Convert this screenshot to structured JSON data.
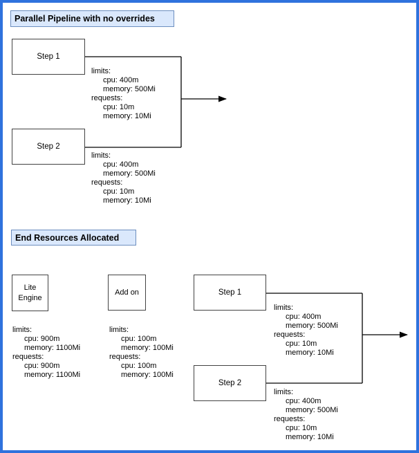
{
  "palette": {
    "frame_border": "#2f72dd",
    "title_fill": "#dae8fc",
    "title_stroke": "#6c8ebf",
    "node_fill": "#ffffff",
    "node_stroke": "#424242",
    "connector_color": "#000000"
  },
  "section1": {
    "title": "Parallel Pipeline with no overrides",
    "step1_label": "Step 1",
    "step2_label": "Step 2",
    "step1_resources": {
      "limits_label": "limits:",
      "limits_cpu": "cpu: 400m",
      "limits_memory": "memory: 500Mi",
      "requests_label": "requests:",
      "requests_cpu": "cpu: 10m",
      "requests_memory": "memory: 10Mi"
    },
    "step2_resources": {
      "limits_label": "limits:",
      "limits_cpu": "cpu: 400m",
      "limits_memory": "memory: 500Mi",
      "requests_label": "requests:",
      "requests_cpu": "cpu: 10m",
      "requests_memory": "memory: 10Mi"
    }
  },
  "section2": {
    "title": "End Resources Allocated",
    "lite_engine_line1": "Lite",
    "lite_engine_line2": "Engine",
    "addon_label": "Add on",
    "step1_label": "Step 1",
    "step2_label": "Step 2",
    "lite_engine_resources": {
      "limits_label": "limits:",
      "limits_cpu": "cpu: 900m",
      "limits_memory": "memory: 1100Mi",
      "requests_label": "requests:",
      "requests_cpu": "cpu: 900m",
      "requests_memory": "memory: 1100Mi"
    },
    "addon_resources": {
      "limits_label": "limits:",
      "limits_cpu": "cpu: 100m",
      "limits_memory": "memory: 100Mi",
      "requests_label": "requests:",
      "requests_cpu": "cpu: 100m",
      "requests_memory": "memory: 100Mi"
    },
    "step1_resources": {
      "limits_label": "limits:",
      "limits_cpu": "cpu: 400m",
      "limits_memory": "memory: 500Mi",
      "requests_label": "requests:",
      "requests_cpu": "cpu: 10m",
      "requests_memory": "memory: 10Mi"
    },
    "step2_resources": {
      "limits_label": "limits:",
      "limits_cpu": "cpu: 400m",
      "limits_memory": "memory: 500Mi",
      "requests_label": "requests:",
      "requests_cpu": "cpu: 10m",
      "requests_memory": "memory: 10Mi"
    }
  }
}
